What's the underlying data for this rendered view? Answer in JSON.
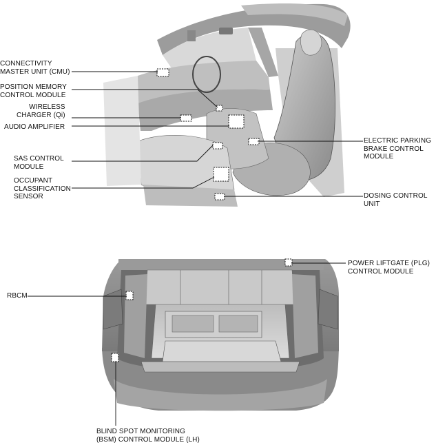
{
  "labels": {
    "cmu": "CONNECTIVITY\nMASTER UNIT (CMU)",
    "position_memory": "POSITION MEMORY\nCONTROL MODULE",
    "wireless_charger": "WIRELESS\nCHARGER (Qi)",
    "audio_amplifier": "AUDIO AMPLIFIER",
    "sas": "SAS CONTROL\nMODULE",
    "occupant": "OCCUPANT\nCLASSIFICATION\nSENSOR",
    "epb": "ELECTRIC PARKING\nBRAKE CONTROL\nMODULE",
    "dosing": "DOSING CONTROL\nUNIT",
    "plg": "POWER LIFTGATE (PLG)\nCONTROL MODULE",
    "rbcm": "RBCM",
    "bsm": "BLIND SPOT MONITORING\n(BSM) CONTROL MODULE (LH)"
  },
  "colors": {
    "line": "#111111",
    "gray_dark": "#6e6e6e",
    "gray_mid": "#8e8e8e",
    "gray_light": "#b9b9b9",
    "gray_pale": "#d6d6d6"
  }
}
